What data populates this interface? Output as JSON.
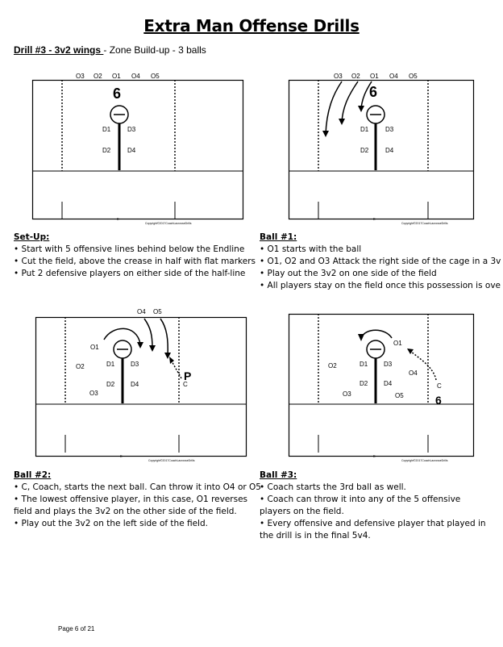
{
  "title": "Extra Man Offense Drills",
  "subtitle": {
    "drill": "Drill #3 - 3v2 wings ",
    "rest": "- Zone Build-up - 3 balls"
  },
  "diagrams": [
    {
      "top_labels": [
        "O3",
        "O2",
        "O1",
        "O4",
        "O5"
      ],
      "player_labels": [
        "D1",
        "D3",
        "D2",
        "D4"
      ],
      "handwritten": "6",
      "copyright": "Copyright©2017CoachLacrosseDrills"
    },
    {
      "top_labels": [
        "O3",
        "O2",
        "O1",
        "O4",
        "O5"
      ],
      "player_labels": [
        "D1",
        "D3",
        "D2",
        "D4"
      ],
      "handwritten": "6",
      "copyright": "Copyright©2017CoachLacrosseDrills"
    },
    {
      "top_labels": [
        "O4",
        "O5"
      ],
      "player_labels": [
        "O1",
        "O2",
        "D1",
        "D3",
        "D2",
        "D4",
        "O3",
        "C"
      ],
      "handwritten": "P",
      "copyright": "Copyright©2017CoachLacrosseDrills"
    },
    {
      "top_labels": [],
      "player_labels": [
        "O1",
        "O2",
        "D1",
        "D3",
        "O4",
        "D2",
        "D4",
        "O3",
        "O5",
        "C"
      ],
      "handwritten": "6",
      "copyright": "Copyright©2017CoachLacrosseDrills"
    }
  ],
  "setup": {
    "heading": "Set-Up:",
    "lines": [
      "• Start with 5 offensive lines behind below the Endline",
      "• Cut the field, above the crease in half with flat markers",
      "• Put 2 defensive players on either side of the half-line"
    ]
  },
  "ball1": {
    "heading": "Ball #1:",
    "lines": [
      "• O1 starts with the ball",
      "• O1, O2 and O3 Attack the right side of the cage in a 3v",
      "• Play out the 3v2 on one side of the field",
      "• All players stay on the field once this possession is ove"
    ]
  },
  "ball2": {
    "heading": "Ball #2:",
    "lines": [
      "• C, Coach, starts the next ball.  Can throw it into O4 or O5",
      "• The lowest offensive player, in this case, O1 reverses field and plays the 3v2 on the other side of the field.",
      "• Play out the 3v2 on the left side of the field."
    ]
  },
  "ball3": {
    "heading": "Ball #3:",
    "lines": [
      "• Coach starts the 3rd ball as well.",
      "• Coach can throw it into any of the 5 offensive players on the field.",
      "• Every offensive and defensive player that played in the drill is in the final 5v4."
    ]
  },
  "footer": "Page 6 of 21"
}
